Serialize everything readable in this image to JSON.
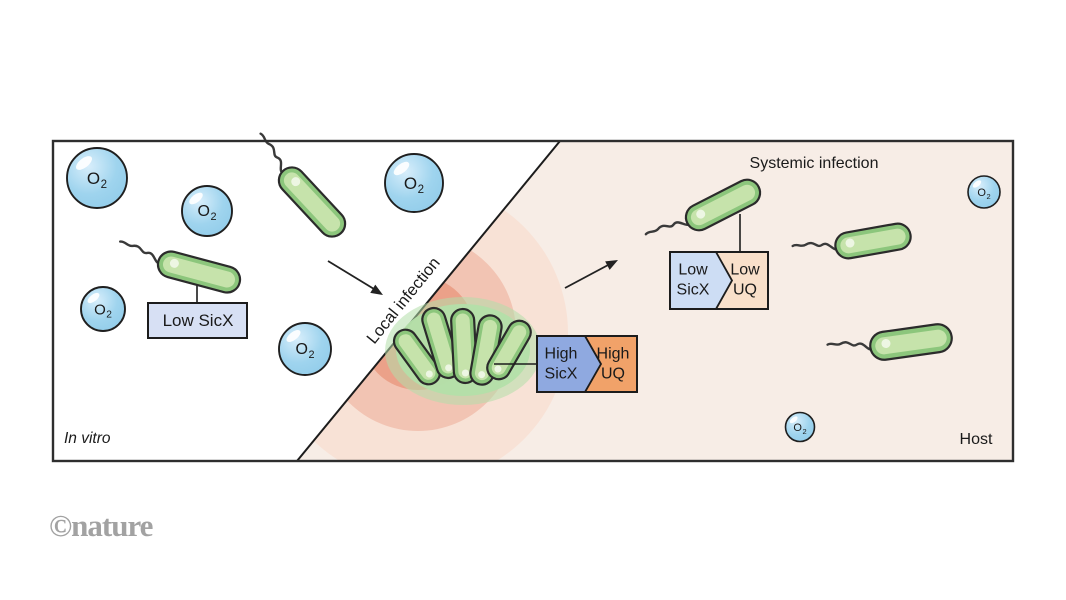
{
  "figure": {
    "regions": {
      "in_vitro": "In vitro",
      "host": "Host"
    },
    "stages": {
      "local_infection": "Local infection",
      "systemic_infection": "Systemic infection"
    },
    "molecule": {
      "symbol": "O",
      "subscript": "2"
    },
    "annotations": {
      "low_sicx_box": "Low SicX",
      "high_sicx_line1": "High",
      "high_sicx_line2": "SicX",
      "high_uq_line1": "High",
      "high_uq_line2": "UQ",
      "low_sicx_line1": "Low",
      "low_sicx_line2": "SicX",
      "low_uq_line1": "Low",
      "low_uq_line2": "UQ"
    },
    "watermark": "©nature",
    "colors": {
      "host_background": "#f7ede6",
      "oxygen_blue": "#9fd4ee",
      "bacteria_green": "#8cc67c",
      "bacteria_inner_green": "#c6e3ab",
      "high_sicx_blue": "#8fa9e0",
      "high_uq_orange": "#f1a269",
      "low_sicx_light_blue": "#cdddf4",
      "low_uq_light_peach": "#f9e0ca",
      "low_sicx_box_fill": "#d7e0f4",
      "biofilm_glow_green": "#b3dfa9",
      "inflammation_inner": "#eba189",
      "inflammation_mid": "#f2c4b3",
      "inflammation_outer": "#f8e2d6"
    }
  }
}
